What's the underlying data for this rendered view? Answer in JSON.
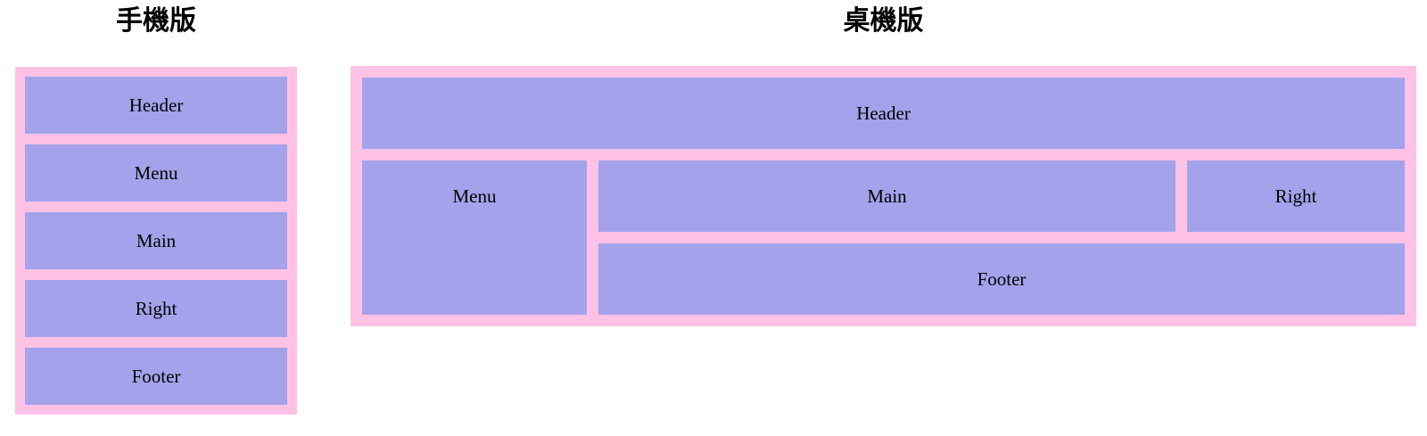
{
  "colors": {
    "container_pink": "#ffc2e5",
    "box_purple": "#a3a2ea",
    "text": "#000000",
    "page_background": "#ffffff"
  },
  "mobile": {
    "title": "手機版",
    "boxes": [
      "Header",
      "Menu",
      "Main",
      "Right",
      "Footer"
    ]
  },
  "desktop": {
    "title": "桌機版",
    "boxes": {
      "header": "Header",
      "menu": "Menu",
      "main": "Main",
      "right": "Right",
      "footer": "Footer"
    }
  }
}
